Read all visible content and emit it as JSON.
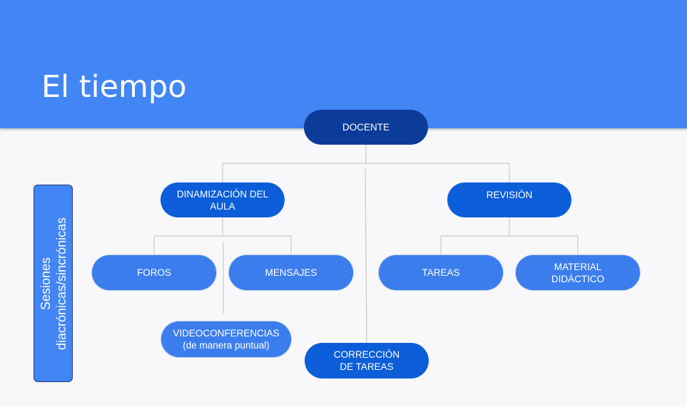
{
  "slide": {
    "title": "El tiempo"
  },
  "side_label": "Sesiones\ndiacrónicas/sincrónicas",
  "nodes": {
    "docente": "DOCENTE",
    "dinamizacion": "DINAMIZACIÓN DEL\nAULA",
    "revision": "REVISIÓN",
    "foros": "FOROS",
    "mensajes": "MENSAJES",
    "tareas": "TAREAS",
    "material": "MATERIAL\nDIDÁCTICO",
    "videoconferencias": "VIDEOCONFERENCIAS\n(de manera puntual)",
    "correccion": "CORRECCIÓN\nDE TAREAS"
  },
  "colors": {
    "header": "#4285f4",
    "root_node": "#0b3c9a",
    "branch_node": "#0b5ed8",
    "leaf_node": "#3b7ded",
    "connector": "#c8c8c8"
  }
}
